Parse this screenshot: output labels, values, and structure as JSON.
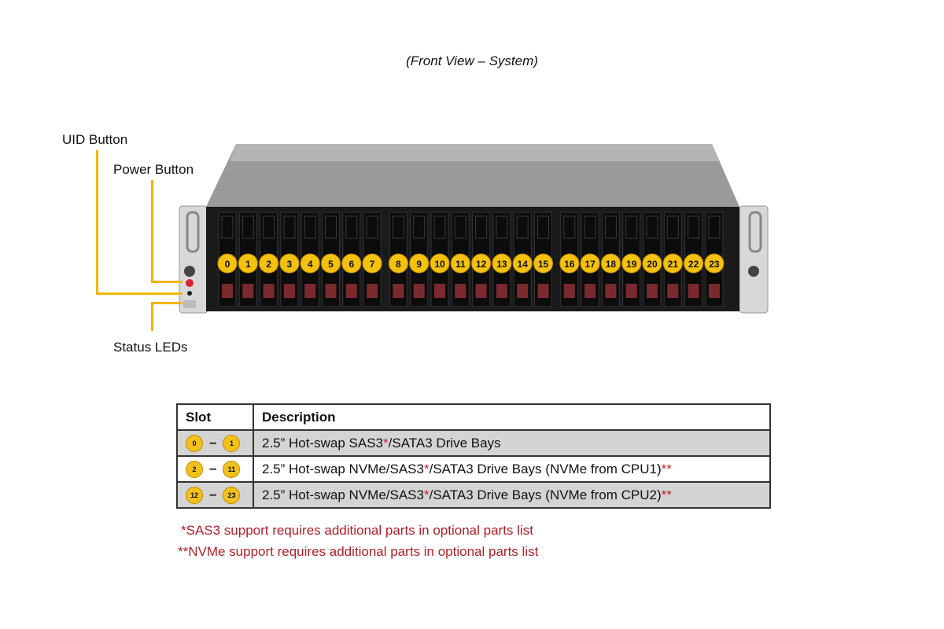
{
  "title": "(Front View – System)",
  "labels": {
    "uid": "UID Button",
    "power": "Power Button",
    "status": "Status LEDs"
  },
  "bays": [
    "0",
    "1",
    "2",
    "3",
    "4",
    "5",
    "6",
    "7",
    "8",
    "9",
    "10",
    "11",
    "12",
    "13",
    "14",
    "15",
    "16",
    "17",
    "18",
    "19",
    "20",
    "21",
    "22",
    "23"
  ],
  "table": {
    "headers": [
      "Slot",
      "Description"
    ],
    "rows": [
      {
        "from": "0",
        "to": "1",
        "dash": "–",
        "pre": "2.5” Hot-swap SAS3",
        "star": "*",
        "post": "/SATA3 Drive Bays",
        "tail": ""
      },
      {
        "from": "2",
        "to": "11",
        "dash": "–",
        "pre": "2.5” Hot-swap NVMe/SAS3",
        "star": "*",
        "post": "/SATA3 Drive Bays (NVMe from CPU1)",
        "tail": "**"
      },
      {
        "from": "12",
        "to": "23",
        "dash": "–",
        "pre": "2.5” Hot-swap NVMe/SAS3",
        "star": "*",
        "post": "/SATA3 Drive Bays (NVMe from CPU2)",
        "tail": "**"
      }
    ]
  },
  "notes": [
    "*SAS3 support requires additional parts in optional parts list",
    "**NVMe support requires additional parts in optional parts list"
  ],
  "colors": {
    "accent": "#f2b600",
    "note": "#b0202a"
  }
}
